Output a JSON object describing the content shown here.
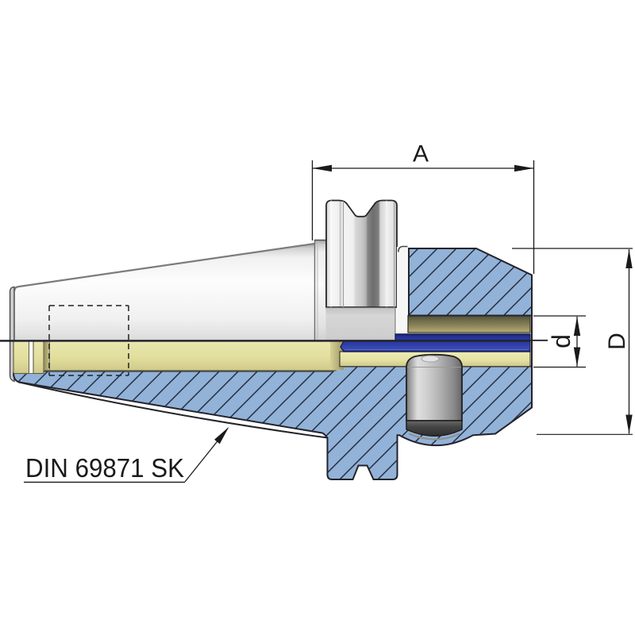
{
  "drawing": {
    "title": "DIN 69871 SK tool holder cross-section",
    "labels": {
      "dim_length": "A",
      "dim_bore": "d",
      "dim_outer": "D",
      "part": "DIN 69871 SK"
    },
    "colors": {
      "background": "#ffffff",
      "section_hatch_fill": "#92b2d8",
      "hatch_line": "#232c3e",
      "coolant_tube_blue": "#2c3ca6",
      "bore_olive": "#6b6749",
      "bore_yellow": "#e2de9e",
      "screw_gray": "#b2b2b2",
      "flange_gray": "#d2d2d2",
      "outline": "#222222",
      "dimension_line": "#1a1a1a"
    }
  }
}
